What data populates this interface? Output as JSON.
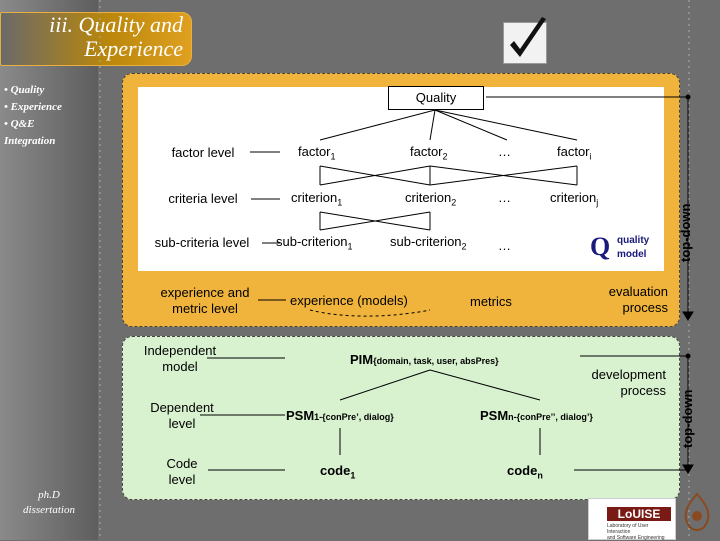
{
  "slide": {
    "title_line1": "iii. Quality and",
    "title_line2": "Experience",
    "bullets": [
      "• Quality",
      "• Experience",
      "• Q&E",
      "Integration"
    ],
    "footer_line1": "ph.D",
    "footer_line2": "dissertation"
  },
  "upper": {
    "root": "Quality",
    "levels": {
      "factor": "factor level",
      "criteria": "criteria level",
      "subcriteria": "sub-criteria level",
      "experience_line1": "experience and",
      "experience_line2": "metric level"
    },
    "factor1": "factor",
    "factor1_sub": "1",
    "factor2": "factor",
    "factor2_sub": "2",
    "factor_ellipsis": "…",
    "factori": "factor",
    "factori_sub": "i",
    "criterion1": "criterion",
    "criterion1_sub": "1",
    "criterion2": "criterion",
    "criterion2_sub": "2",
    "criterion_ellipsis": "…",
    "criterionj": "criterion",
    "criterionj_sub": "j",
    "subcriterion1": "sub-criterion",
    "subcriterion1_sub": "1",
    "subcriterion2": "sub-criterion",
    "subcriterion2_sub": "2",
    "subcriterion_ellipsis": "…",
    "quality_model_line1": "quality",
    "quality_model_line2": "model",
    "experience_models": "experience (models)",
    "metrics": "metrics",
    "evaluation_line1": "evaluation",
    "evaluation_line2": "process",
    "topdown": "top-down"
  },
  "lower": {
    "independent_line1": "Independent",
    "independent_line2": "model",
    "dependent_line1": "Dependent",
    "dependent_line2": "level",
    "code_line1": "Code",
    "code_line2": "level",
    "pim": "PIM",
    "pim_sub": "{domain, task, user, absPres}",
    "psm1": "PSM",
    "psm1_sub": "1-{conPre’, dialog}",
    "psmn": "PSM",
    "psmn_sub": "n-{conPre’’, dialog’}",
    "code1": "code",
    "code1_sub": "1",
    "coden": "code",
    "coden_sub": "n",
    "development_line1": "development",
    "development_line2": "process",
    "topdown": "top-down"
  },
  "logo": {
    "name": "LoUISE",
    "caption_line1": "Laboratory of User Interaction",
    "caption_line2": "and Software Engineering"
  },
  "colors": {
    "upper_panel": "#f0b43c",
    "lower_panel": "#d8f2d0",
    "background": "#6e6e6e",
    "title_accent": "#e0a020"
  }
}
